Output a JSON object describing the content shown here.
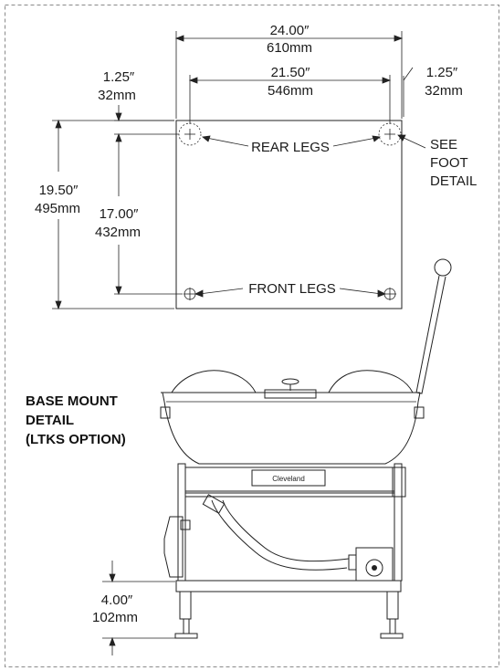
{
  "dimensions": {
    "overall_width": {
      "in": "24.00″",
      "mm": "610mm"
    },
    "leg_span_width": {
      "in": "21.50″",
      "mm": "546mm"
    },
    "left_offset": {
      "in": "1.25″",
      "mm": "32mm"
    },
    "right_offset": {
      "in": "1.25″",
      "mm": "32mm"
    },
    "overall_depth": {
      "in": "19.50″",
      "mm": "495mm"
    },
    "leg_span_depth": {
      "in": "17.00″",
      "mm": "432mm"
    },
    "base_height": {
      "in": "4.00″",
      "mm": "102mm"
    }
  },
  "labels": {
    "rear_legs": "REAR LEGS",
    "front_legs": "FRONT LEGS",
    "see_foot_detail": [
      "SEE",
      "FOOT",
      "DETAIL"
    ],
    "base_mount_detail": [
      "BASE MOUNT",
      "DETAIL",
      "(LTKS OPTION)"
    ],
    "brand_plate": "Cleveland"
  }
}
